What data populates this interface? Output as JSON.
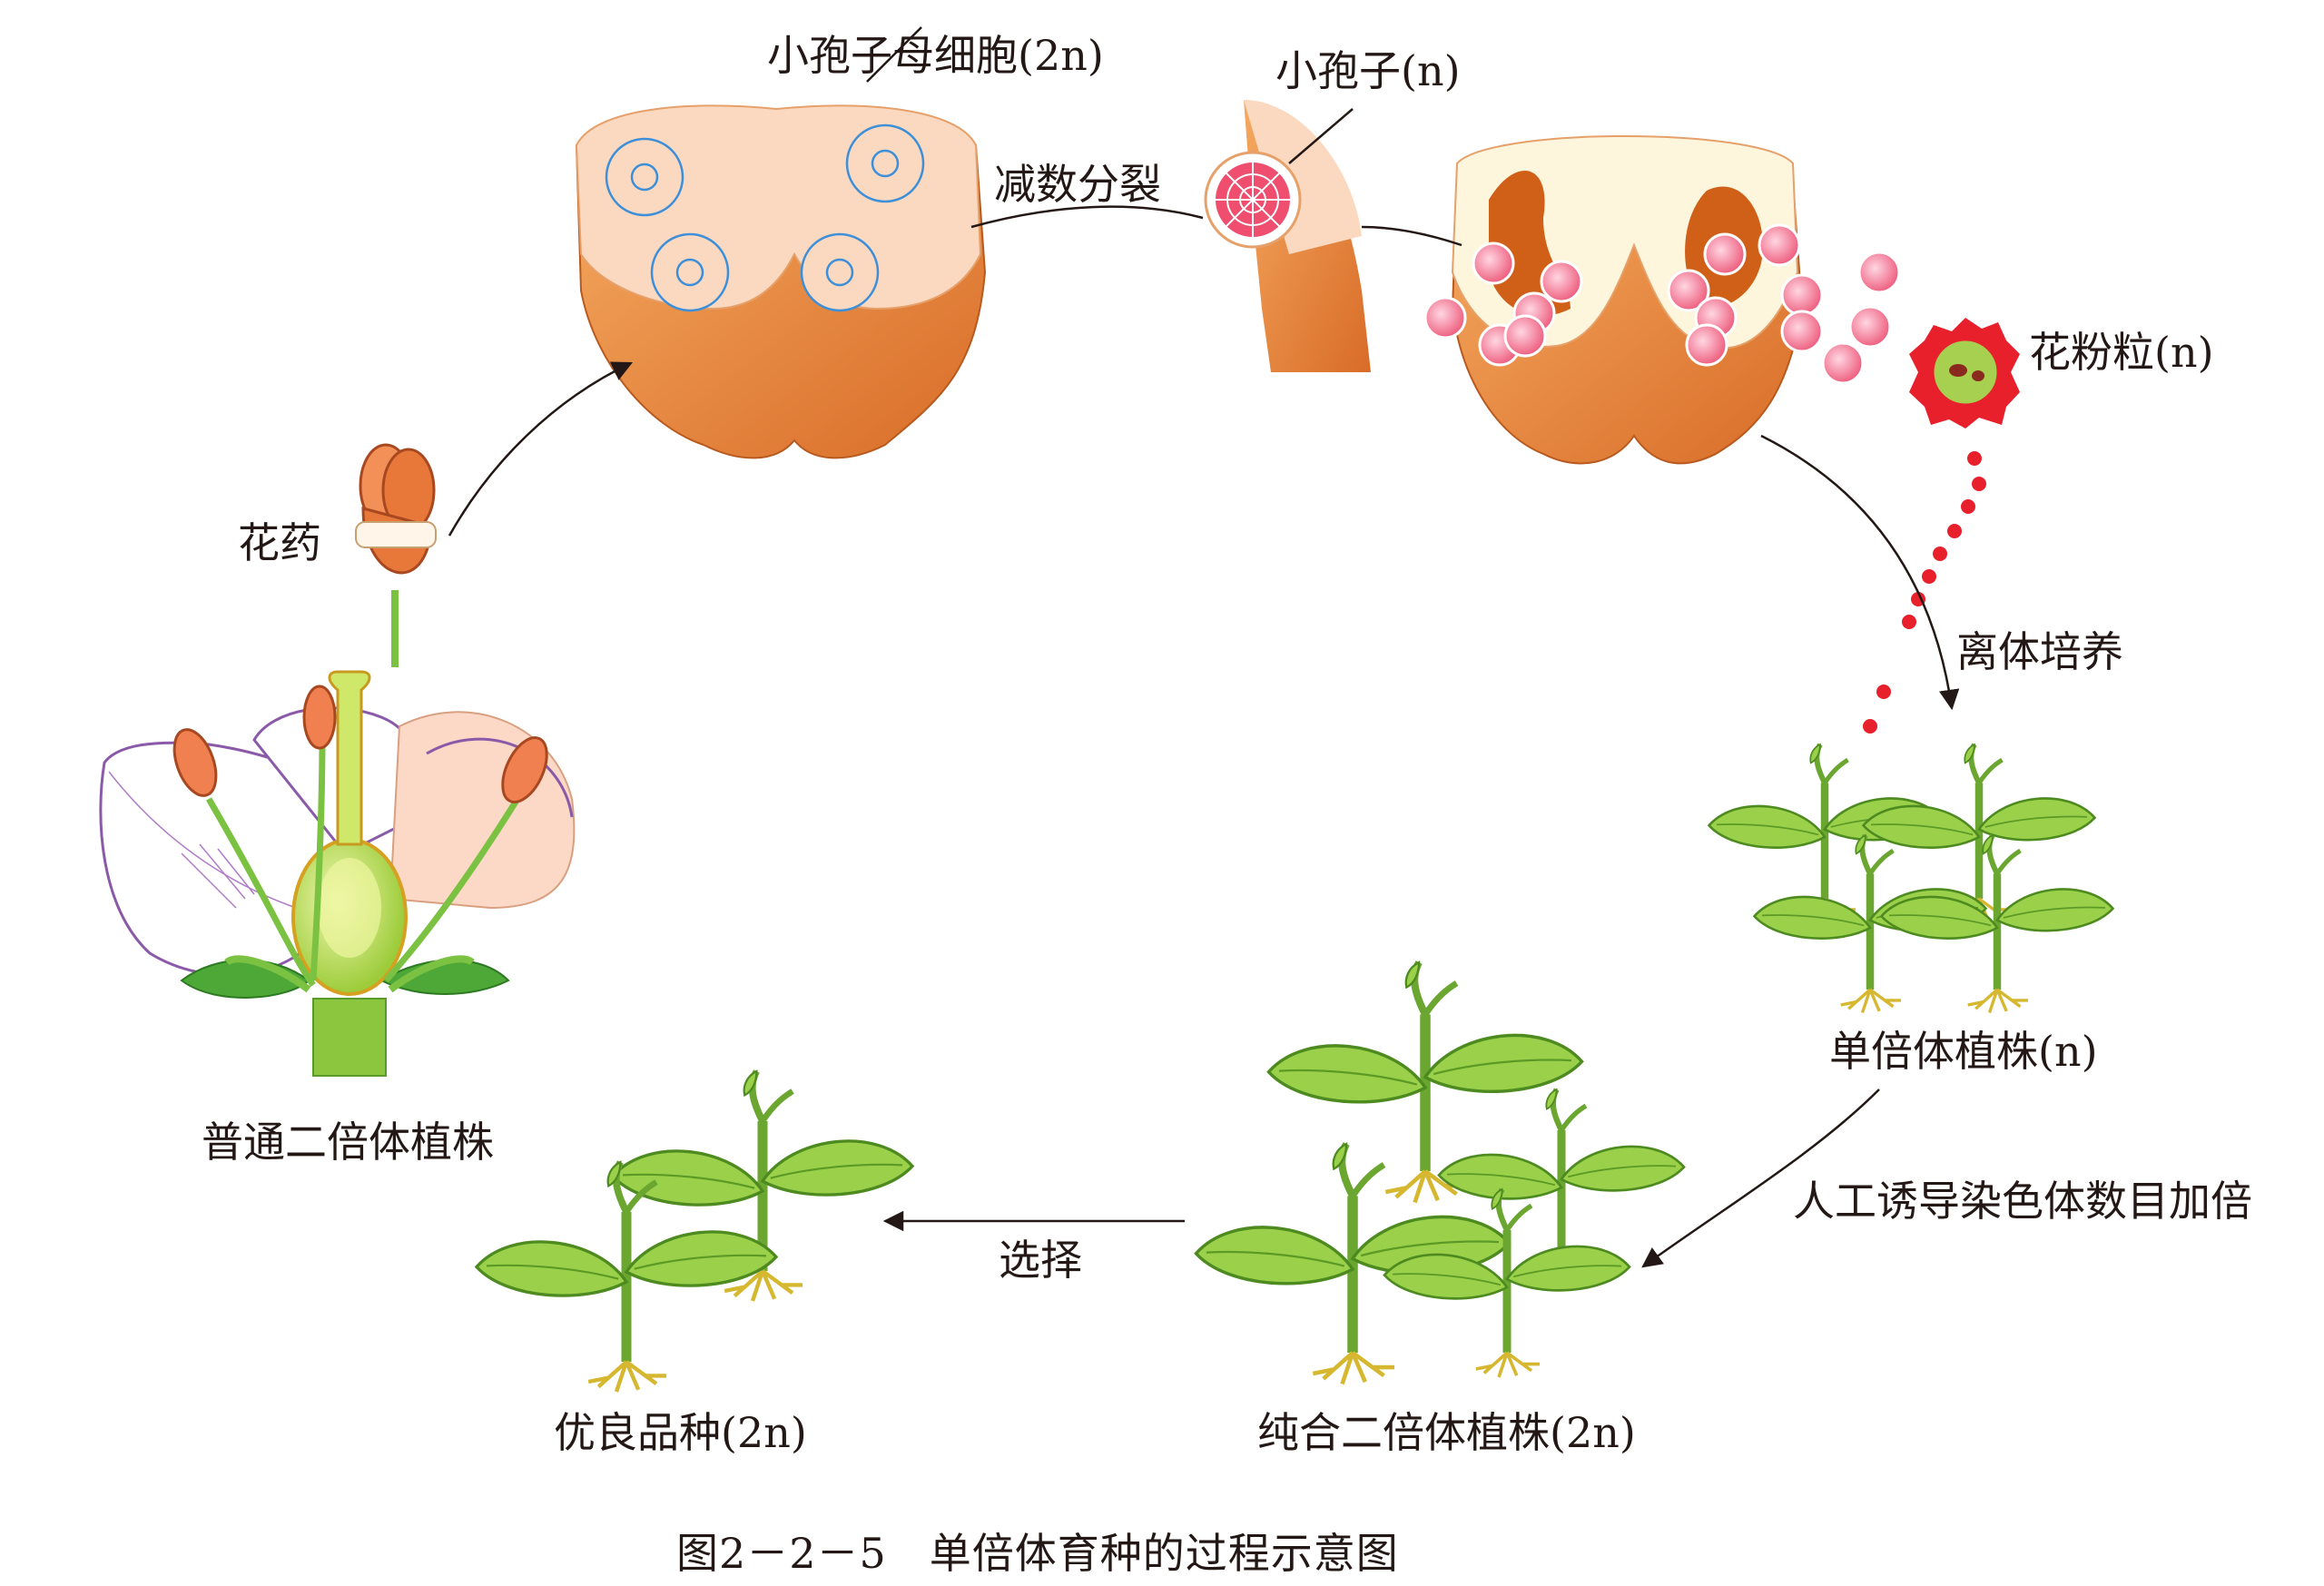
{
  "labels": {
    "microspore_mother_cell": "小孢子母细胞(2n)",
    "microspore": "小孢子(n)",
    "meiosis": "减数分裂",
    "pollen_grain": "花粉粒(n)",
    "anther": "花药",
    "anther_culture": "离体培养",
    "ordinary_diploid": "普通二倍体植株",
    "haploid_plant": "单倍体植株(n)",
    "chromosome_doubling": "人工诱导染色体数目加倍",
    "homozygous_diploid": "纯合二倍体植株(2n)",
    "selection": "选择",
    "superior_variety": "优良品种(2n)"
  },
  "caption": "图2－2－5　单倍体育种的过程示意图",
  "colors": {
    "anther_outer": "#ec8d3e",
    "anther_inner": "#fcdcc0",
    "cell_blue": "#3c8fd8",
    "pollen_pink": "#ef5b7a",
    "dot_red": "#e8202c",
    "leaf_green": "#8cc63e",
    "petal_pink": "#fbd9c6",
    "petal_outline": "#8a5aa8",
    "stem_green": "#7cc242"
  }
}
